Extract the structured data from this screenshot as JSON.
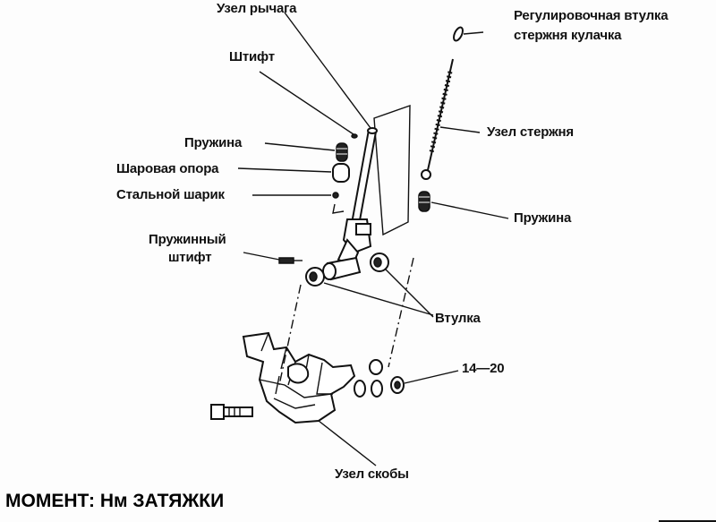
{
  "labels": {
    "lever_assembly": "Узел рычага",
    "pin": "Штифт",
    "adjusting_bushing_1": "Регулировочная втулка",
    "adjusting_bushing_2": "стержня кулачка",
    "rod_assembly": "Узел стержня",
    "spring_left": "Пружина",
    "ball_seat": "Шаровая опора",
    "steel_ball": "Стальной шарик",
    "spring_pin_1": "Пружинный",
    "spring_pin_2": "штифт",
    "spring_right": "Пружина",
    "bushing": "Втулка",
    "torque_value": "14—20",
    "bracket_assembly": "Узел скобы"
  },
  "footer": {
    "torque_caption": "МОМЕНТ: Нм ЗАТЯЖКИ"
  }
}
